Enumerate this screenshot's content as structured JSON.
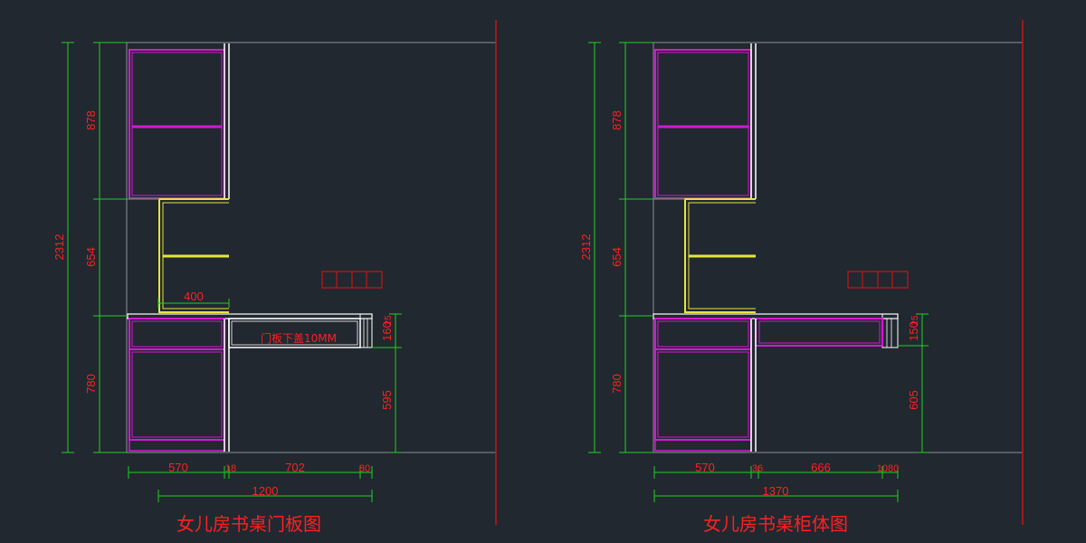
{
  "colors": {
    "background": "#212830",
    "outline": "#ffffff",
    "cabinet": "#d418d4",
    "shelf": "#e6e63c",
    "dimension_line": "#20d020",
    "dimension_text": "#ff2020",
    "wall_line": "#c81414"
  },
  "left": {
    "title": "女儿房书桌门板图",
    "note": "门板下盖10MM",
    "dims_vertical": {
      "total": "2312",
      "upper": "878",
      "middle": "654",
      "lower": "780",
      "desk_a": "160",
      "desk_b": "25",
      "leg": "595"
    },
    "dims_horizontal": {
      "a": "570",
      "b": "18",
      "c": "702",
      "d": "80",
      "total": "1200",
      "shelf": "400"
    }
  },
  "right": {
    "title": "女儿房书桌柜体图",
    "dims_vertical": {
      "total": "2312",
      "upper": "878",
      "middle": "654",
      "lower": "780",
      "desk_a": "150",
      "desk_b": "25",
      "leg": "605"
    },
    "dims_horizontal": {
      "a": "570",
      "b": "36",
      "c": "666",
      "d": "1080",
      "total": "1370"
    }
  }
}
